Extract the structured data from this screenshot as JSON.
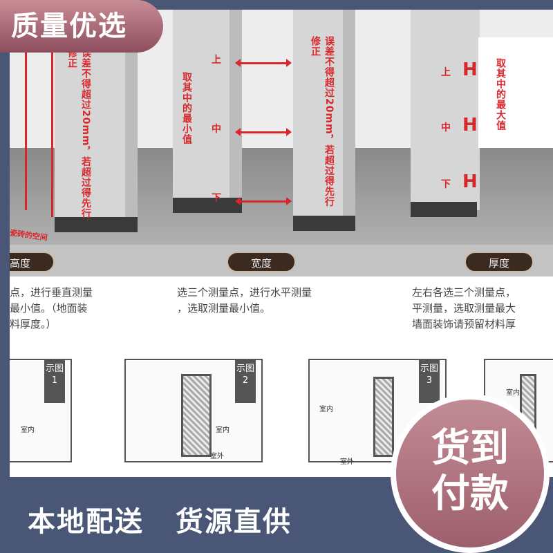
{
  "badge_top": "质量优选",
  "badge_circle": [
    "货到",
    "付款"
  ],
  "bottom_slogan": "本地配送  货源直供",
  "scene": {
    "height_note": "误差不得超过20mm，若超过得先行修正",
    "tile_space": "瓷砖的空间",
    "width_note": "取其中的最小值",
    "width_error": "误差不得超过20mm，若超过得先行修正",
    "thickness_note": "取其中的最大值",
    "positions": [
      "上",
      "中",
      "下"
    ]
  },
  "sections": [
    {
      "label": "高度",
      "desc": "点，进行垂直测量\n最小值。（地面装\n料厚度。）"
    },
    {
      "label": "宽度",
      "desc": "选三个测量点，进行水平测量\n，选取测量最小值。"
    },
    {
      "label": "厚度",
      "desc": "左右各选三个测量点，\n平测量，选取测量最大\n墙面装饰请预留材料厚"
    }
  ],
  "figures": [
    {
      "tag": "示图1",
      "rooms": [
        "室内"
      ]
    },
    {
      "tag": "示图2",
      "rooms": [
        "室内",
        "室外"
      ]
    },
    {
      "tag": "示图3",
      "rooms": [
        "室内",
        "室外"
      ]
    },
    {
      "tag": "",
      "rooms": [
        "室内"
      ]
    }
  ],
  "colors": {
    "frame": "#4a5675",
    "accent_red": "#d9262b",
    "badge": "#a76775"
  }
}
